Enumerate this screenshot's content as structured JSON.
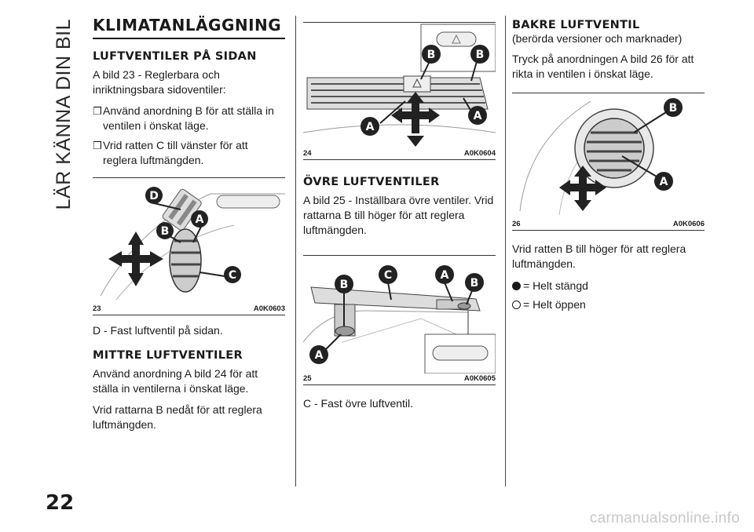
{
  "side_tab": "LÄR KÄNNA DIN BIL",
  "page_number": "22",
  "watermark": "carmanualsonline.info",
  "col1": {
    "title": "KLIMATANLÄGGNING",
    "section1": {
      "heading": "LUFTVENTILER PÅ SIDAN",
      "intro": "A bild 23 - Reglerbara och inriktningsbara sidoventiler:",
      "bullets": [
        "Använd anordning B för att ställa in ventilen i önskat läge.",
        "Vrid ratten C till vänster för att reglera luftmängden."
      ]
    },
    "figure23": {
      "number": "23",
      "code": "A0K0603",
      "labels": [
        "D",
        "B",
        "A",
        "C"
      ]
    },
    "note": "D - Fast luftventil på sidan.",
    "section2": {
      "heading": "MITTRE LUFTVENTILER",
      "p1": "Använd anordning A bild 24 för att ställa in ventilerna i önskat läge.",
      "p2": "Vrid rattarna B nedåt för att reglera luftmängden."
    }
  },
  "col2": {
    "figure24": {
      "number": "24",
      "code": "A0K0604",
      "labels": [
        "B",
        "B",
        "A",
        "A"
      ]
    },
    "section": {
      "heading": "ÖVRE LUFTVENTILER",
      "p1": "A bild 25 - Inställbara övre ventiler. Vrid rattarna B till höger för att reglera luftmängden."
    },
    "figure25": {
      "number": "25",
      "code": "A0K0605",
      "labels": [
        "B",
        "C",
        "A",
        "B",
        "A"
      ]
    },
    "note": "C - Fast övre luftventil."
  },
  "col3": {
    "section": {
      "heading": "BAKRE LUFTVENTIL",
      "subheading": "(berörda versioner och marknader)",
      "p1": "Tryck på anordningen A bild 26 för att rikta in ventilen i önskat läge."
    },
    "figure26": {
      "number": "26",
      "code": "A0K0606",
      "labels": [
        "B",
        "A"
      ]
    },
    "p2": "Vrid ratten B till höger för att reglera luftmängden.",
    "legend": [
      {
        "symbol": "filled-circle",
        "text": "= Helt stängd"
      },
      {
        "symbol": "open-circle",
        "text": "= Helt öppen"
      }
    ]
  }
}
